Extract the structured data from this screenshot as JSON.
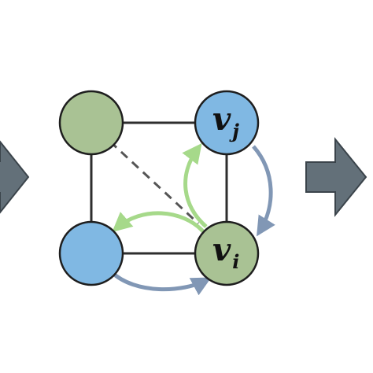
{
  "colors": {
    "green_node": "#a9c294",
    "blue_node": "#80b8e3",
    "node_stroke": "#1e1e1e",
    "edge": "#2e2e2e",
    "green_arrow": "#a6d98a",
    "blue_arrow": "#8197b5",
    "block_arrow": "#637079",
    "block_arrow_stroke": "#3b444b"
  },
  "nodes": {
    "vj": {
      "main": "v",
      "sub": "j"
    },
    "vi": {
      "main": "v",
      "sub": "i"
    }
  }
}
